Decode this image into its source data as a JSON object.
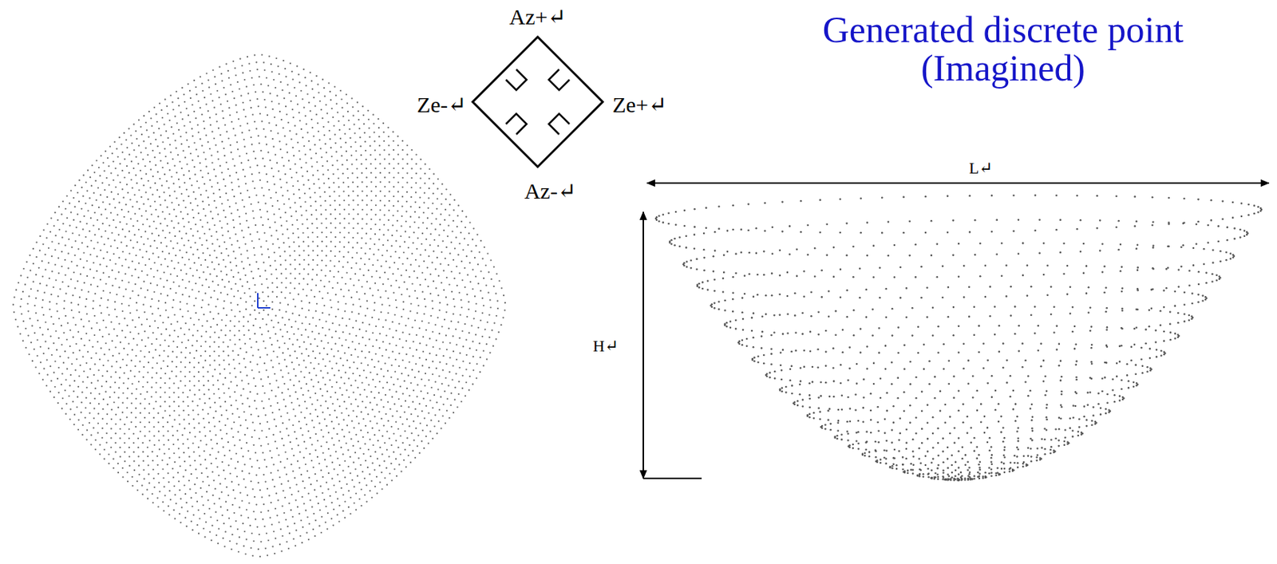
{
  "diagram": {
    "title": "Generated discrete point (Imagined)",
    "labels": [
      "Az+↵",
      "Ze-↵",
      "Ze+↵",
      "Az-↵",
      "L↵",
      "H↵"
    ]
  }
}
